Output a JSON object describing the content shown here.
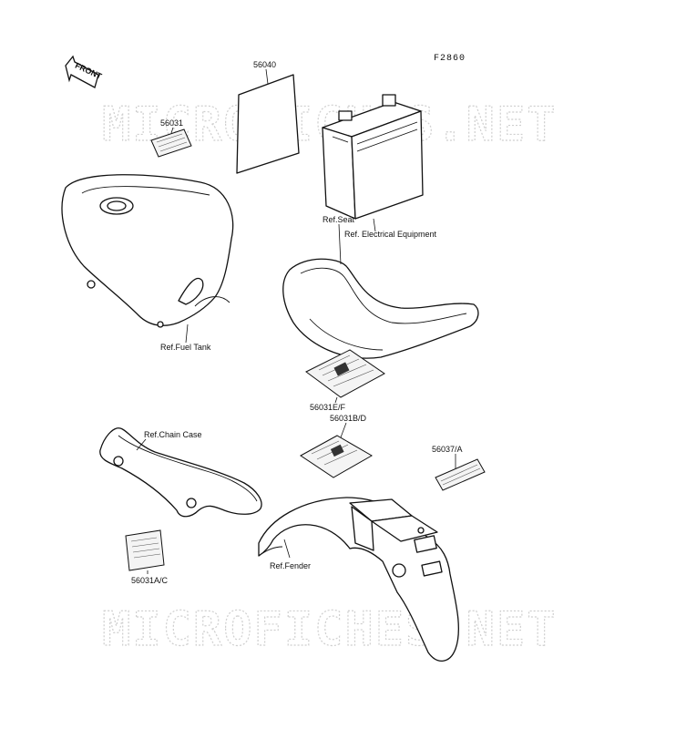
{
  "figure_code": "F2860",
  "front_arrow_label": "FRONT",
  "watermark": "MICROFICHES.NET",
  "labels": {
    "p56040": "56040",
    "p56031": "56031",
    "electrical": "Ref. Electrical Equipment",
    "seat": "Ref.Seat",
    "fuel_tank": "Ref.Fuel Tank",
    "p56031EF": "56031E/F",
    "p56031BD": "56031B/D",
    "chain_case": "Ref.Chain Case",
    "p56037A": "56037/A",
    "fender": "Ref.Fender",
    "p56031AC": "56031A/C"
  }
}
